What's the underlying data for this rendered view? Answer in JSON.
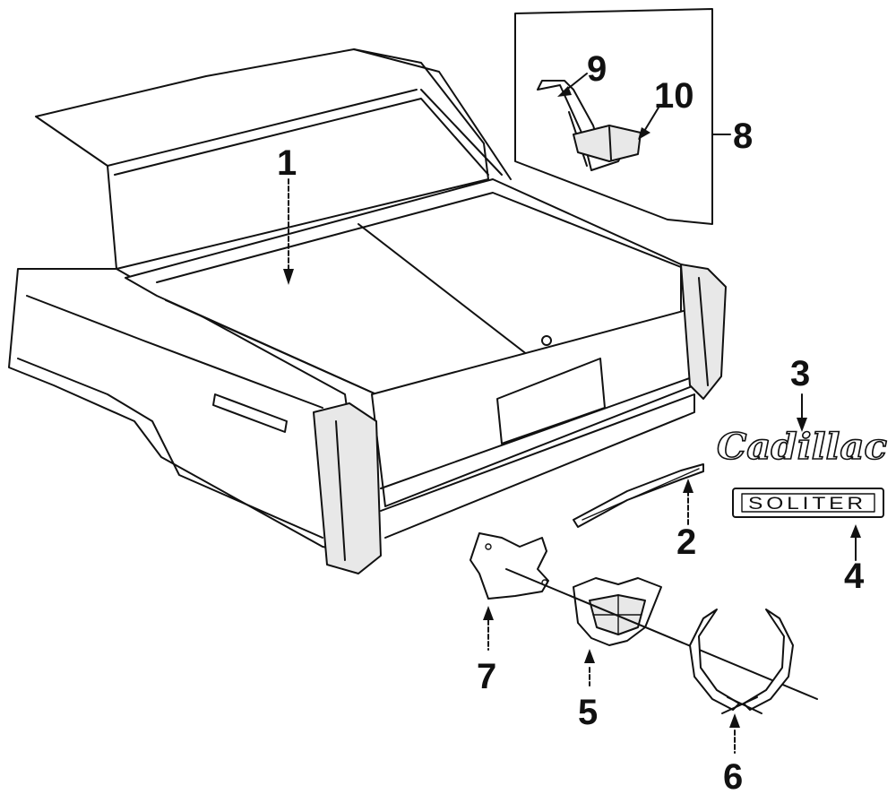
{
  "callouts": {
    "c1": "1",
    "c2": "2",
    "c3": "3",
    "c4": "4",
    "c5": "5",
    "c6": "6",
    "c7": "7",
    "c8": "8",
    "c9": "9",
    "c10": "10"
  },
  "emblems": {
    "script_nameplate": "Cadillac",
    "solitaire_plate": "SOLITER"
  }
}
